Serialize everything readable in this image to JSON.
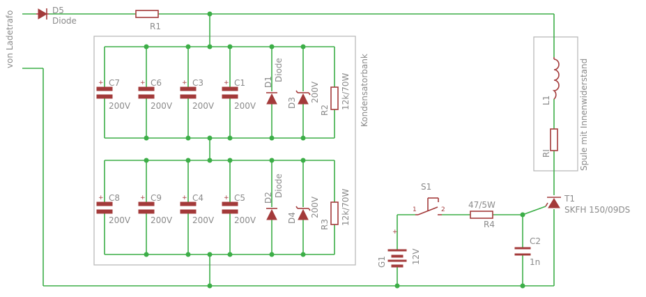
{
  "colors": {
    "wire": "#3cae47",
    "part": "#a33a3a",
    "label": "#8a8a8a",
    "frame": "#b3b3b3"
  },
  "frames": {
    "capacitor_bank": "Kondensatorbank",
    "coil": "Spule mit Innenwiderstand"
  },
  "input_label": "von Ladetrafo",
  "parts": {
    "D5": {
      "name": "D5",
      "value": "Diode"
    },
    "R1": {
      "name": "R1"
    },
    "C7": {
      "name": "C7",
      "value": "200V"
    },
    "C6": {
      "name": "C6",
      "value": "200V"
    },
    "C3": {
      "name": "C3",
      "value": "200V"
    },
    "C1": {
      "name": "C1",
      "value": "200V"
    },
    "D1": {
      "name": "D1",
      "value": "Diode"
    },
    "D3": {
      "name": "D3",
      "value": "200V"
    },
    "R2": {
      "name": "R2",
      "value": "12k/70W"
    },
    "C8": {
      "name": "C8",
      "value": "200V"
    },
    "C9": {
      "name": "C9",
      "value": "200V"
    },
    "C4": {
      "name": "C4",
      "value": "200V"
    },
    "C5": {
      "name": "C5",
      "value": "200V"
    },
    "D2": {
      "name": "D2",
      "value": "Diode"
    },
    "D4": {
      "name": "D4",
      "value": "200V"
    },
    "R3": {
      "name": "R3",
      "value": "12k/70W"
    },
    "L1": {
      "name": "L1"
    },
    "RI": {
      "name": "RI"
    },
    "T1": {
      "name": "T1",
      "value": "SKFH 150/09DS"
    },
    "S1": {
      "name": "S1",
      "pin1": "1",
      "pin2": "2"
    },
    "R4": {
      "name": "R4",
      "value": "47/5W"
    },
    "C2": {
      "name": "C2",
      "value": "1n"
    },
    "G1": {
      "name": "G1",
      "value": "12V"
    }
  },
  "plus_sign": "+"
}
